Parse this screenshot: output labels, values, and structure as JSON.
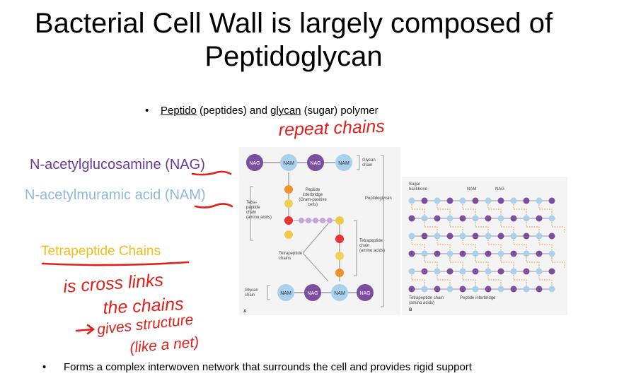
{
  "slide": {
    "title_line1": "Bacterial Cell Wall is largely composed of",
    "title_line2": "Peptidoglycan",
    "bullet1": {
      "peptido": "Peptido",
      "peptido_rest": " (peptides) and ",
      "glycan": "glycan",
      "glycan_rest": " (sugar) polymer"
    },
    "bullet2": "Forms a complex interwoven network that surrounds the cell and provides rigid support"
  },
  "terms": {
    "nag": "N-acetylglucosamine (NAG)",
    "nam": "N-acetylmuramic acid (NAM)",
    "tetra": "Tetrapeptide Chains"
  },
  "annotations": {
    "repeat": "repeat chains",
    "line1": "is cross links",
    "line2": "the chains",
    "line3": "gives structure",
    "line4": "(like a net)",
    "ink_color": "#e0201c"
  },
  "diagram_a": {
    "panel_label": "A",
    "glycan_top": [
      "NAG",
      "NAM",
      "NAG",
      "NAM"
    ],
    "glycan_bottom": [
      "NAM",
      "NAG",
      "NAM",
      "NAG"
    ],
    "glycan_chain_label_1": "Glycan",
    "glycan_chain_label_2": "chain",
    "peptide_interbridge": [
      "Peptide",
      "interbridge",
      "(Gram-positive",
      "cells)"
    ],
    "tetra_peptide_chain": [
      "Tetra-",
      "peptide",
      "chain",
      "(amino acids)"
    ],
    "tetrapeptide_chains": [
      "Tetrapeptide",
      "chains"
    ],
    "tetrapeptide_aa": [
      "Tetrapeptide",
      "chain",
      "(amino acids)"
    ],
    "peptidoglycan": "Peptidoglycan"
  },
  "diagram_b": {
    "panel_label": "B",
    "sugar_backbone": [
      "Sugar",
      "backbone"
    ],
    "nam": "NAM",
    "nag": "NAG",
    "tetra_chain": [
      "Tetrapeptide chain",
      "(amino acids)"
    ],
    "interbridge": "Peptide interbridge"
  },
  "colors": {
    "nag": "#7b4f9e",
    "nam": "#a9d1ec",
    "tetrapeptide": "#f2bd16",
    "nag_term": "#6a3a96",
    "nam_term": "#8ebad8"
  }
}
